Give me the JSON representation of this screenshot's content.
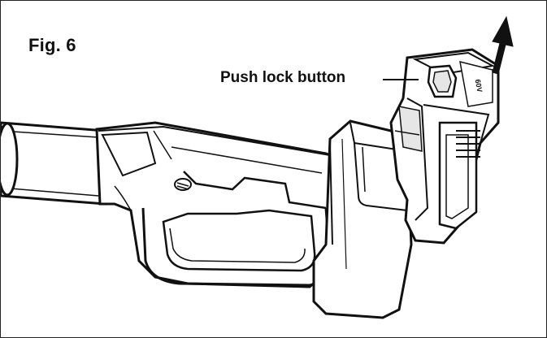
{
  "figure": {
    "label": "Fig. 6"
  },
  "callouts": [
    {
      "text": "Push lock button"
    }
  ],
  "illustration": {
    "stroke_color": "#111111",
    "fill_color": "#ffffff",
    "shade_color": "#e6e6e6",
    "dark_color": "#222222"
  },
  "battery_label": "60V"
}
